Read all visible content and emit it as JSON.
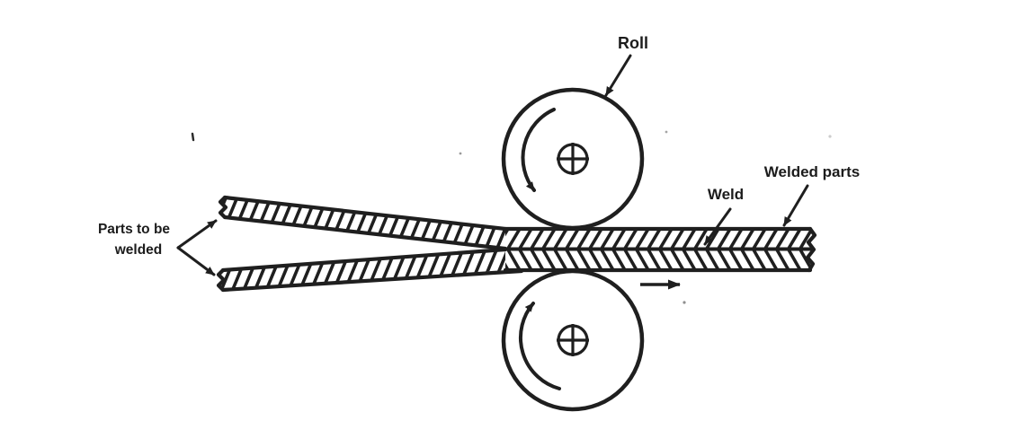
{
  "labels": {
    "roll": "Roll",
    "weld": "Weld",
    "welded_parts": "Welded parts",
    "parts_to_be_welded_line1": "Parts to be",
    "parts_to_be_welded_line2": "welded"
  },
  "colors": {
    "ink": "#1f1f1f",
    "background": "#ffffff"
  }
}
